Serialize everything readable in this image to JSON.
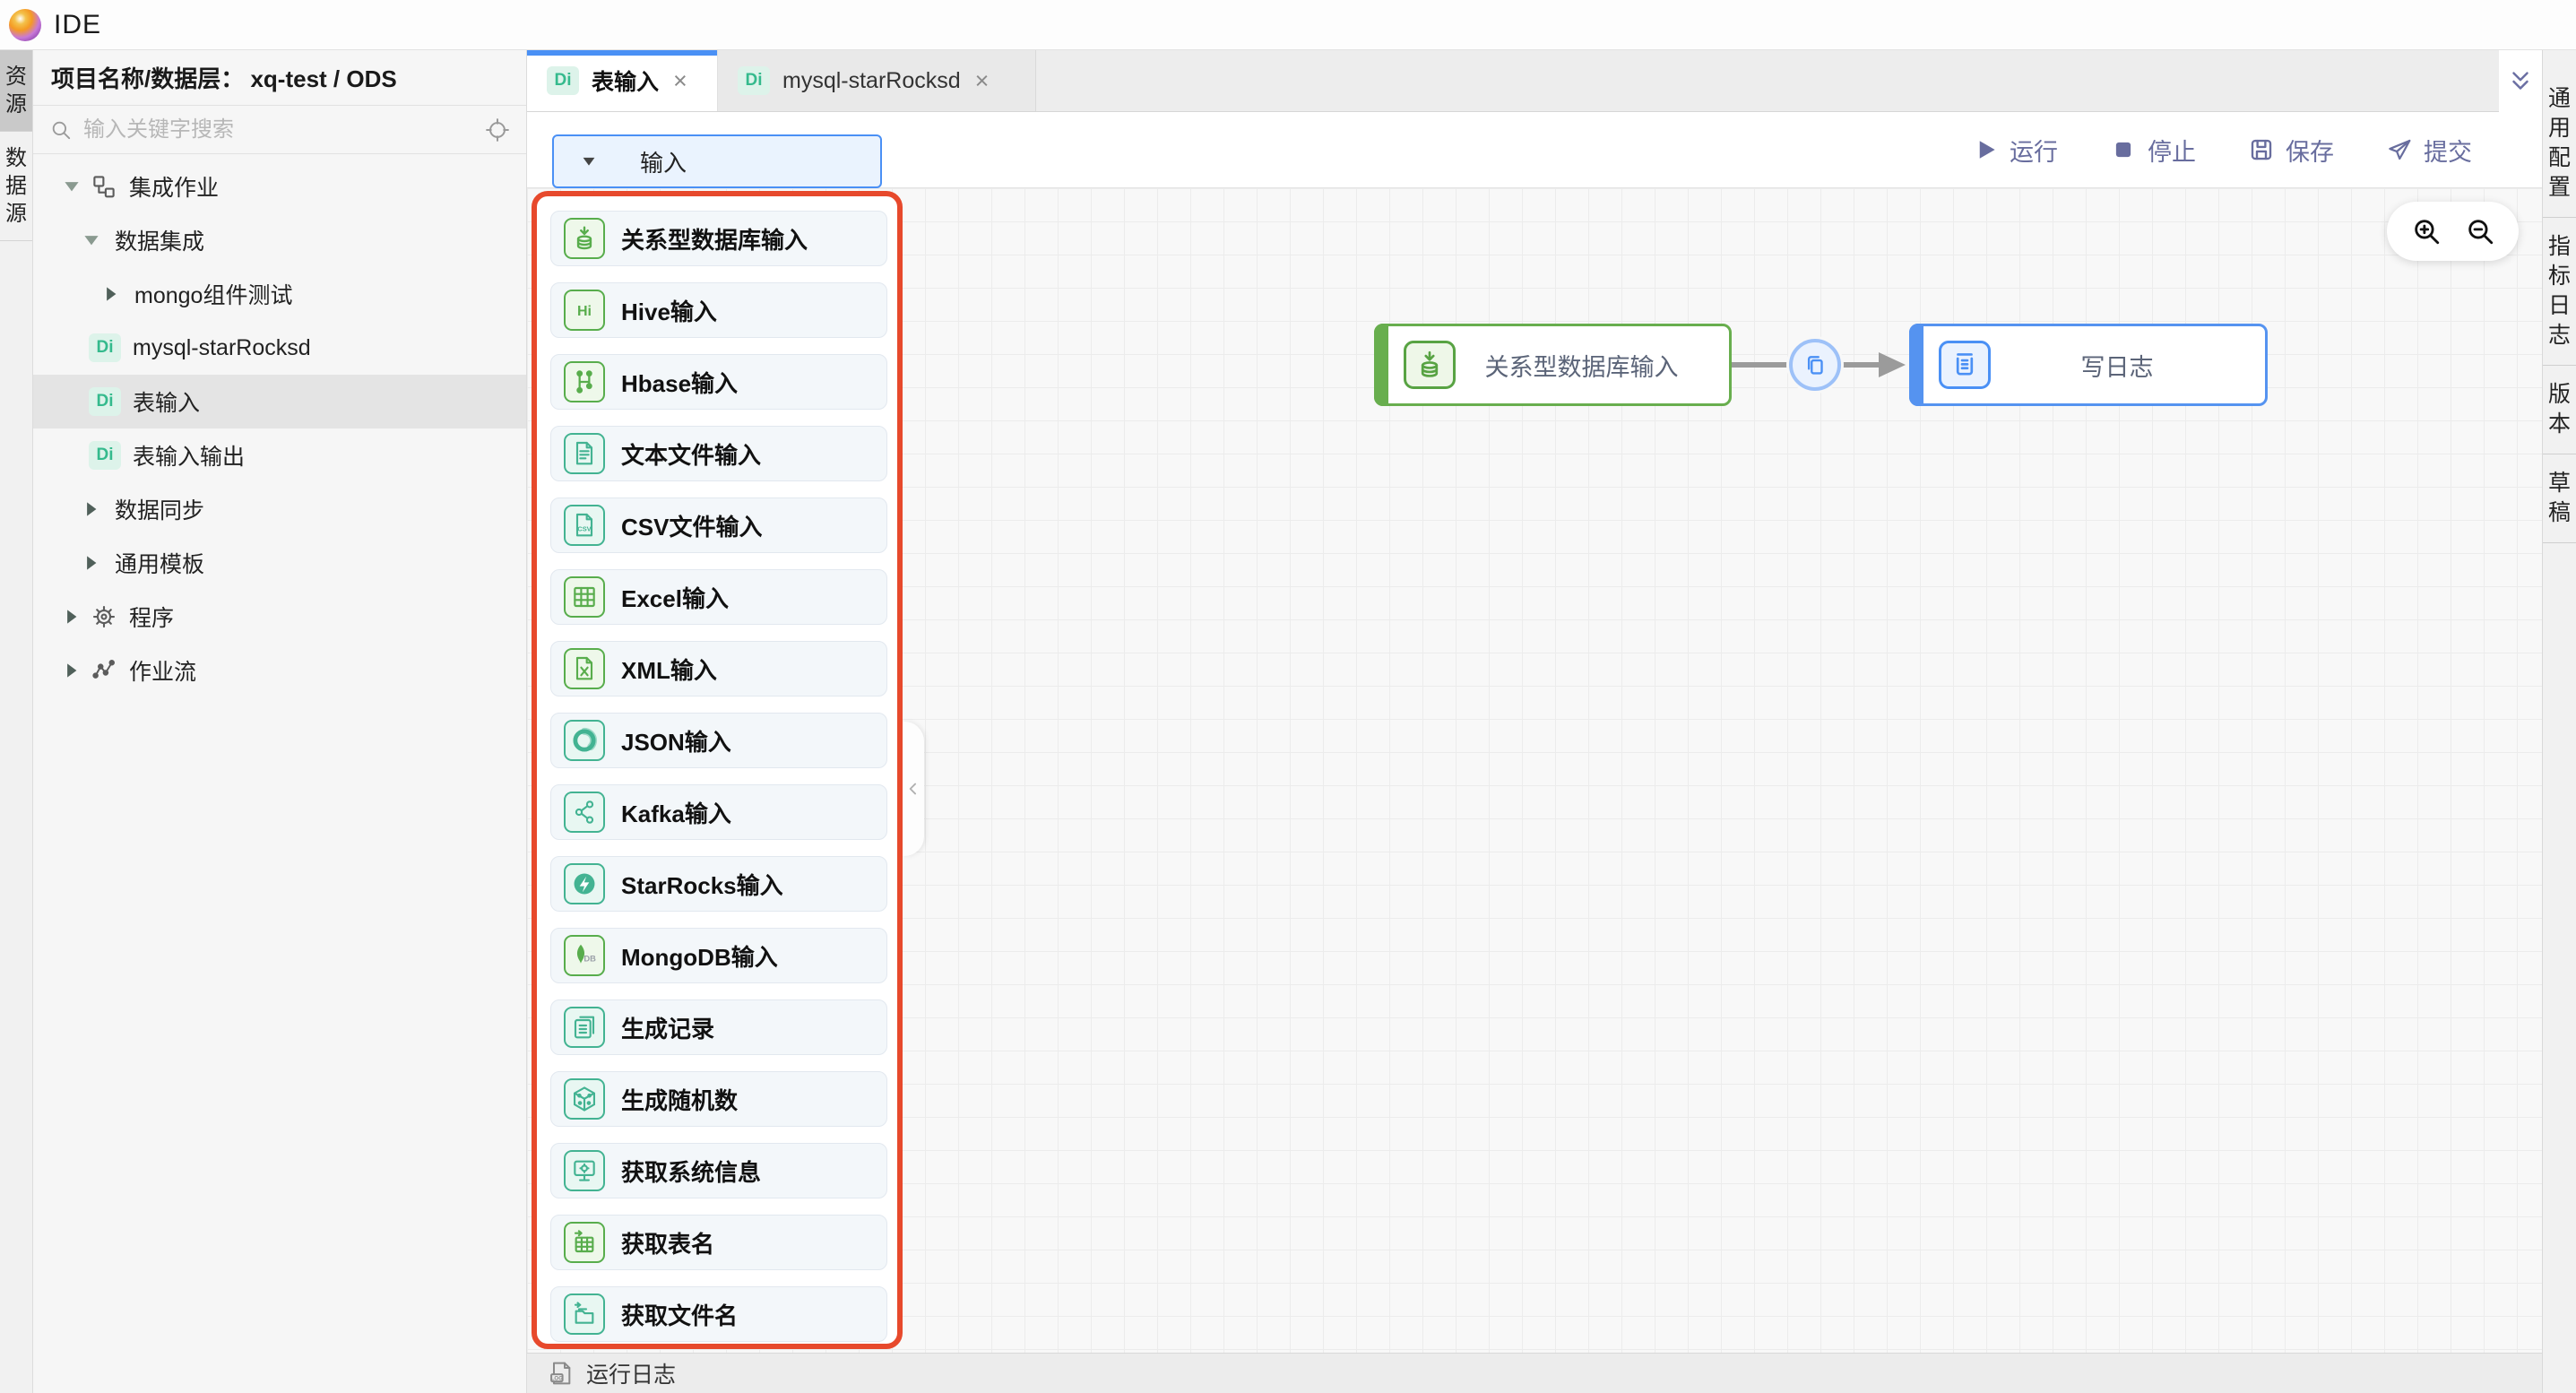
{
  "app": {
    "title": "IDE"
  },
  "left_rail": {
    "tabs": [
      {
        "label": "资源",
        "selected": true
      },
      {
        "label": "数据源",
        "selected": false
      }
    ]
  },
  "sidebar": {
    "header": "项目名称/数据层： xq-test / ODS",
    "search_placeholder": "输入关键字搜索",
    "tree": [
      {
        "label": "集成作业",
        "level": 0,
        "caret": "down",
        "icon": "flow"
      },
      {
        "label": "数据集成",
        "level": 1,
        "caret": "down"
      },
      {
        "label": "mongo组件测试",
        "level": 2,
        "caret": "right"
      },
      {
        "label": "mysql-starRocksd",
        "level": 2,
        "badge": "Di"
      },
      {
        "label": "表输入",
        "level": 2,
        "badge": "Di",
        "selected": true
      },
      {
        "label": "表输入输出",
        "level": 2,
        "badge": "Di"
      },
      {
        "label": "数据同步",
        "level": 1,
        "caret": "right"
      },
      {
        "label": "通用模板",
        "level": 1,
        "caret": "right"
      },
      {
        "label": "程序",
        "level": 0,
        "caret": "right",
        "icon": "gear"
      },
      {
        "label": "作业流",
        "level": 0,
        "caret": "right",
        "icon": "workflow"
      }
    ]
  },
  "tabs": [
    {
      "badge": "Di",
      "label": "表输入",
      "close": "×",
      "active": true
    },
    {
      "badge": "Di",
      "label": "mysql-starRocksd",
      "close": "×",
      "active": false
    }
  ],
  "toolbar": {
    "run_label": "运行",
    "stop_label": "停止",
    "save_label": "保存",
    "submit_label": "提交"
  },
  "right_rail": {
    "items": [
      "通用配置",
      "指标日志",
      "版本",
      "草稿"
    ]
  },
  "palette": {
    "header": "输入",
    "items": [
      {
        "label": "关系型数据库输入",
        "icon": "database-input",
        "color": "green"
      },
      {
        "label": "Hive输入",
        "icon": "hive",
        "color": "green"
      },
      {
        "label": "Hbase输入",
        "icon": "hbase",
        "color": "green"
      },
      {
        "label": "文本文件输入",
        "icon": "text-file",
        "color": "teal"
      },
      {
        "label": "CSV文件输入",
        "icon": "csv-file",
        "color": "teal"
      },
      {
        "label": "Excel输入",
        "icon": "excel",
        "color": "green"
      },
      {
        "label": "XML输入",
        "icon": "xml-file",
        "color": "green"
      },
      {
        "label": "JSON输入",
        "icon": "json",
        "color": "teal"
      },
      {
        "label": "Kafka输入",
        "icon": "kafka",
        "color": "teal"
      },
      {
        "label": "StarRocks输入",
        "icon": "starrocks",
        "color": "teal"
      },
      {
        "label": "MongoDB输入",
        "icon": "mongodb",
        "color": "green"
      },
      {
        "label": "生成记录",
        "icon": "records",
        "color": "teal"
      },
      {
        "label": "生成随机数",
        "icon": "dice",
        "color": "teal"
      },
      {
        "label": "获取系统信息",
        "icon": "monitor",
        "color": "teal"
      },
      {
        "label": "获取表名",
        "icon": "table-name",
        "color": "green"
      },
      {
        "label": "获取文件名",
        "icon": "file-name",
        "color": "teal"
      }
    ]
  },
  "canvas": {
    "nodes": [
      {
        "label": "关系型数据库输入",
        "color": "green",
        "icon": "database-input"
      },
      {
        "label": "写日志",
        "color": "blue",
        "icon": "log-doc"
      }
    ],
    "connector": {
      "badge_icon": "copy"
    },
    "zoom_controls": [
      "zoom-in",
      "zoom-out"
    ]
  },
  "bottom_bar": {
    "label": "运行日志",
    "icon": "log"
  },
  "colors": {
    "accent_blue": "#4a90f5",
    "node_green": "#68ae4e",
    "node_blue": "#5593f0",
    "palette_green": "#58ad4c",
    "palette_teal": "#43b392",
    "highlight_red": "#e7492c",
    "toolbar_slate": "#686d9e",
    "di_badge": "#35ba8d"
  }
}
